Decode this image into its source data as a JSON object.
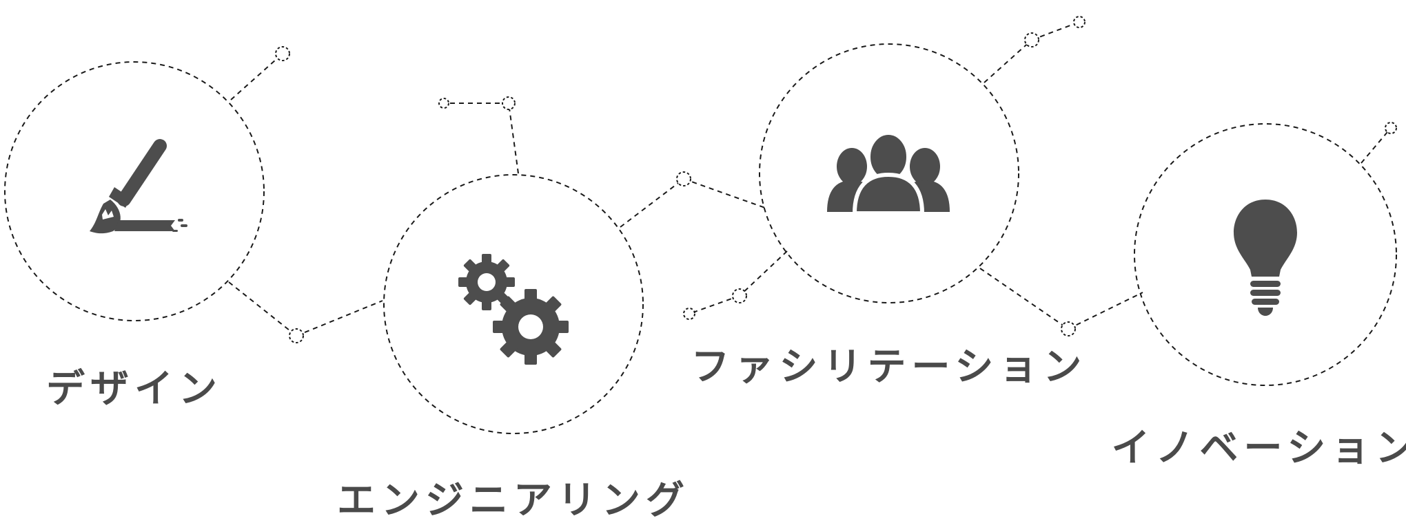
{
  "labels": {
    "design": "デザイン",
    "engineering": "エンジニアリング",
    "facilitation": "ファシリテーション",
    "innovation": "イノベーション"
  },
  "icons": {
    "design": "paintbrush-icon",
    "engineering": "gears-icon",
    "facilitation": "people-group-icon",
    "innovation": "lightbulb-icon"
  },
  "colors": {
    "icon": "#4d4d4d",
    "label": "#4a4a4a",
    "line": "#1a1a1a",
    "background": "#ffffff"
  }
}
